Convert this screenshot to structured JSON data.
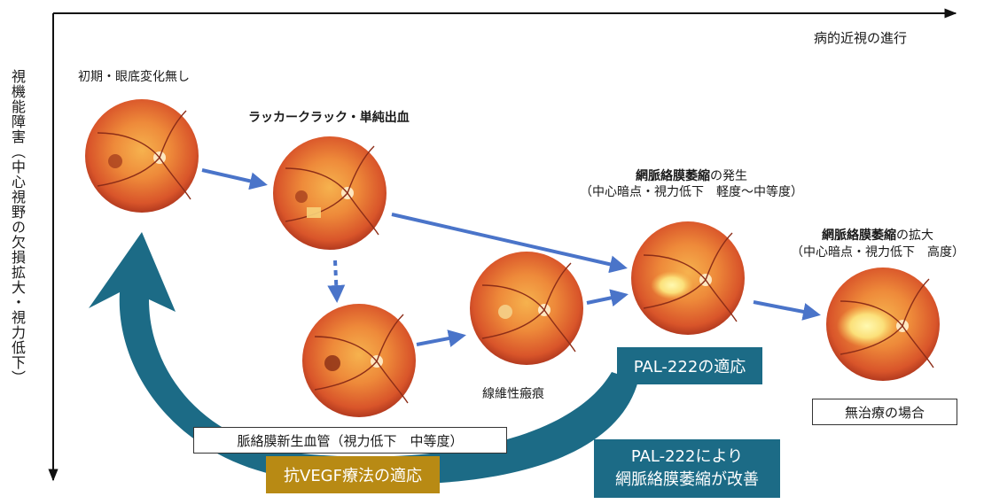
{
  "axis": {
    "x_label": "病的近視の進行",
    "y_label": "視機能障害（中心視野の欠損拡大・視力低下）"
  },
  "stages": {
    "initial": "初期・眼底変化無し",
    "lacquer": "ラッカークラック・単純出血",
    "atrophy_onset_bold": "網脈絡膜萎縮",
    "atrophy_onset_rest": "の発生",
    "atrophy_onset_sub": "（中心暗点・視力低下　軽度～中等度）",
    "atrophy_expand_bold": "網脈絡膜萎縮",
    "atrophy_expand_rest": "の拡大",
    "atrophy_expand_sub": "（中心暗点・視力低下　高度）",
    "fibrous_scar": "線維性瘢痕"
  },
  "boxes": {
    "cnv": "脈絡膜新生血管（視力低下　中等度）",
    "anti_vegf": "抗VEGF療法の適応",
    "pal_indication": "PAL-222の適応",
    "pal_improve_line1": "PAL-222により",
    "pal_improve_line2": "網脈絡膜萎縮が改善",
    "untreated": "無治療の場合"
  },
  "colors": {
    "arrow_blue": "#4a74c9",
    "teal": "#1c6b86",
    "gold": "#b88a14",
    "fundus_orange": "#e0622a"
  }
}
